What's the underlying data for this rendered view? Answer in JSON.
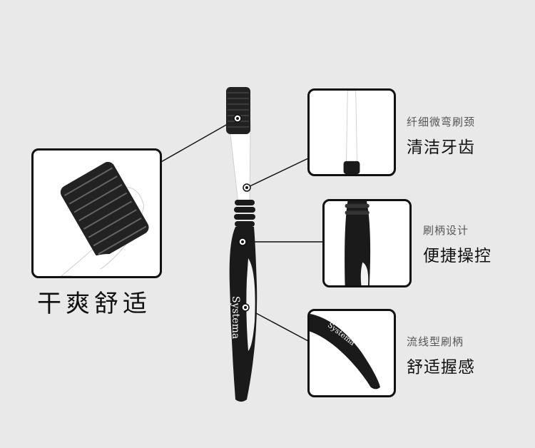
{
  "main_caption": "干爽舒适",
  "brand": "Systema",
  "features": [
    {
      "small": "纤细微弯刷颈",
      "big": "清洁牙齿"
    },
    {
      "small": "刷柄设计",
      "big": "便捷操控"
    },
    {
      "small": "流线型刷柄",
      "big": "舒适握感"
    }
  ],
  "colors": {
    "background": "#e9e9e9",
    "handle": "#1a1a1a",
    "neck": "#ffffff",
    "bristles": "#222222",
    "border": "#111111"
  }
}
